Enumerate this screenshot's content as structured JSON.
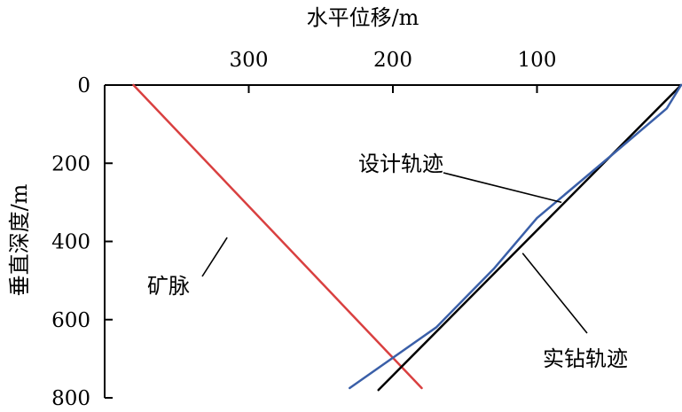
{
  "chart_data": {
    "type": "line",
    "title": "",
    "xlabel": "水平位移/m",
    "ylabel": "垂直深度/m",
    "x_axis_position": "top",
    "x_reversed": true,
    "y_inverted": true,
    "xlim": [
      400,
      0
    ],
    "ylim": [
      0,
      800
    ],
    "x_ticks": [
      300,
      200,
      100
    ],
    "y_ticks": [
      0,
      200,
      400,
      600,
      800
    ],
    "x_tick_labels": [
      "300",
      "200",
      "100"
    ],
    "y_tick_labels": [
      "0",
      "200",
      "400",
      "600",
      "800"
    ],
    "grid": false,
    "legend": "none",
    "series": [
      {
        "name": "矿脉",
        "color": "#d94040",
        "x": [
          380,
          180
        ],
        "y": [
          0,
          775
        ]
      },
      {
        "name": "设计轨迹",
        "color": "#000000",
        "x": [
          0,
          210
        ],
        "y": [
          0,
          780
        ]
      },
      {
        "name": "实钻轨迹",
        "color": "#3a5fa8",
        "x": [
          0,
          10,
          50,
          100,
          130,
          170,
          230
        ],
        "y": [
          0,
          60,
          185,
          340,
          470,
          620,
          775
        ]
      }
    ],
    "annotations": [
      {
        "text": "矿脉",
        "target_series": "矿脉",
        "target": [
          315,
          390
        ]
      },
      {
        "text": "设计轨迹",
        "target_series": "设计轨迹",
        "target": [
          83,
          300
        ]
      },
      {
        "text": "实钻轨迹",
        "target_series": "实钻轨迹",
        "target": [
          110,
          430
        ]
      }
    ]
  }
}
